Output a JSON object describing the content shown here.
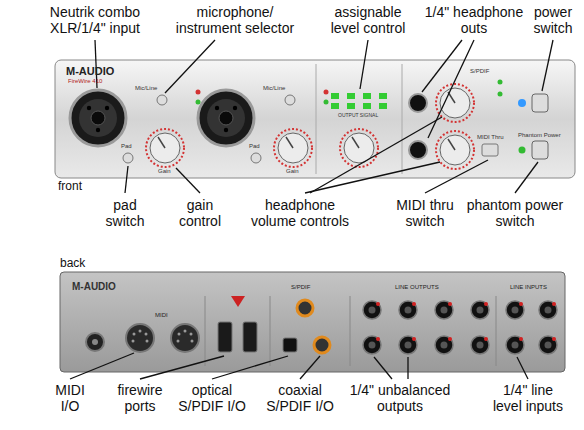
{
  "diagram": {
    "labels": [
      "Neutrik combo XLR/1/4\" input",
      "microphone/ instrument selector",
      "assignable level control",
      "1/4\" headphone outs",
      "power switch",
      "M-AUDIO",
      "FireWire 410",
      "Mic/Line",
      "Pad",
      "Gain",
      "Mic/Line",
      "Pad",
      "Gain",
      "OUTPUT SIGNAL",
      "S/PDIF",
      "MIDI Thru",
      "Phantom Power",
      "front",
      "pad switch",
      "gain control",
      "headphone volume controls",
      "MIDI thru switch",
      "phantom power switch",
      "back",
      "M-AUDIO",
      "MIDI",
      "S/PDIF",
      "LINE OUTPUTS",
      "LINE INPUTS",
      "MIDI I/O",
      "firewire ports",
      "optical S/PDIF I/O",
      "coaxial S/PDIF I/O",
      "1/4\" unbalanced outputs",
      "1/4\" line level inputs"
    ]
  }
}
